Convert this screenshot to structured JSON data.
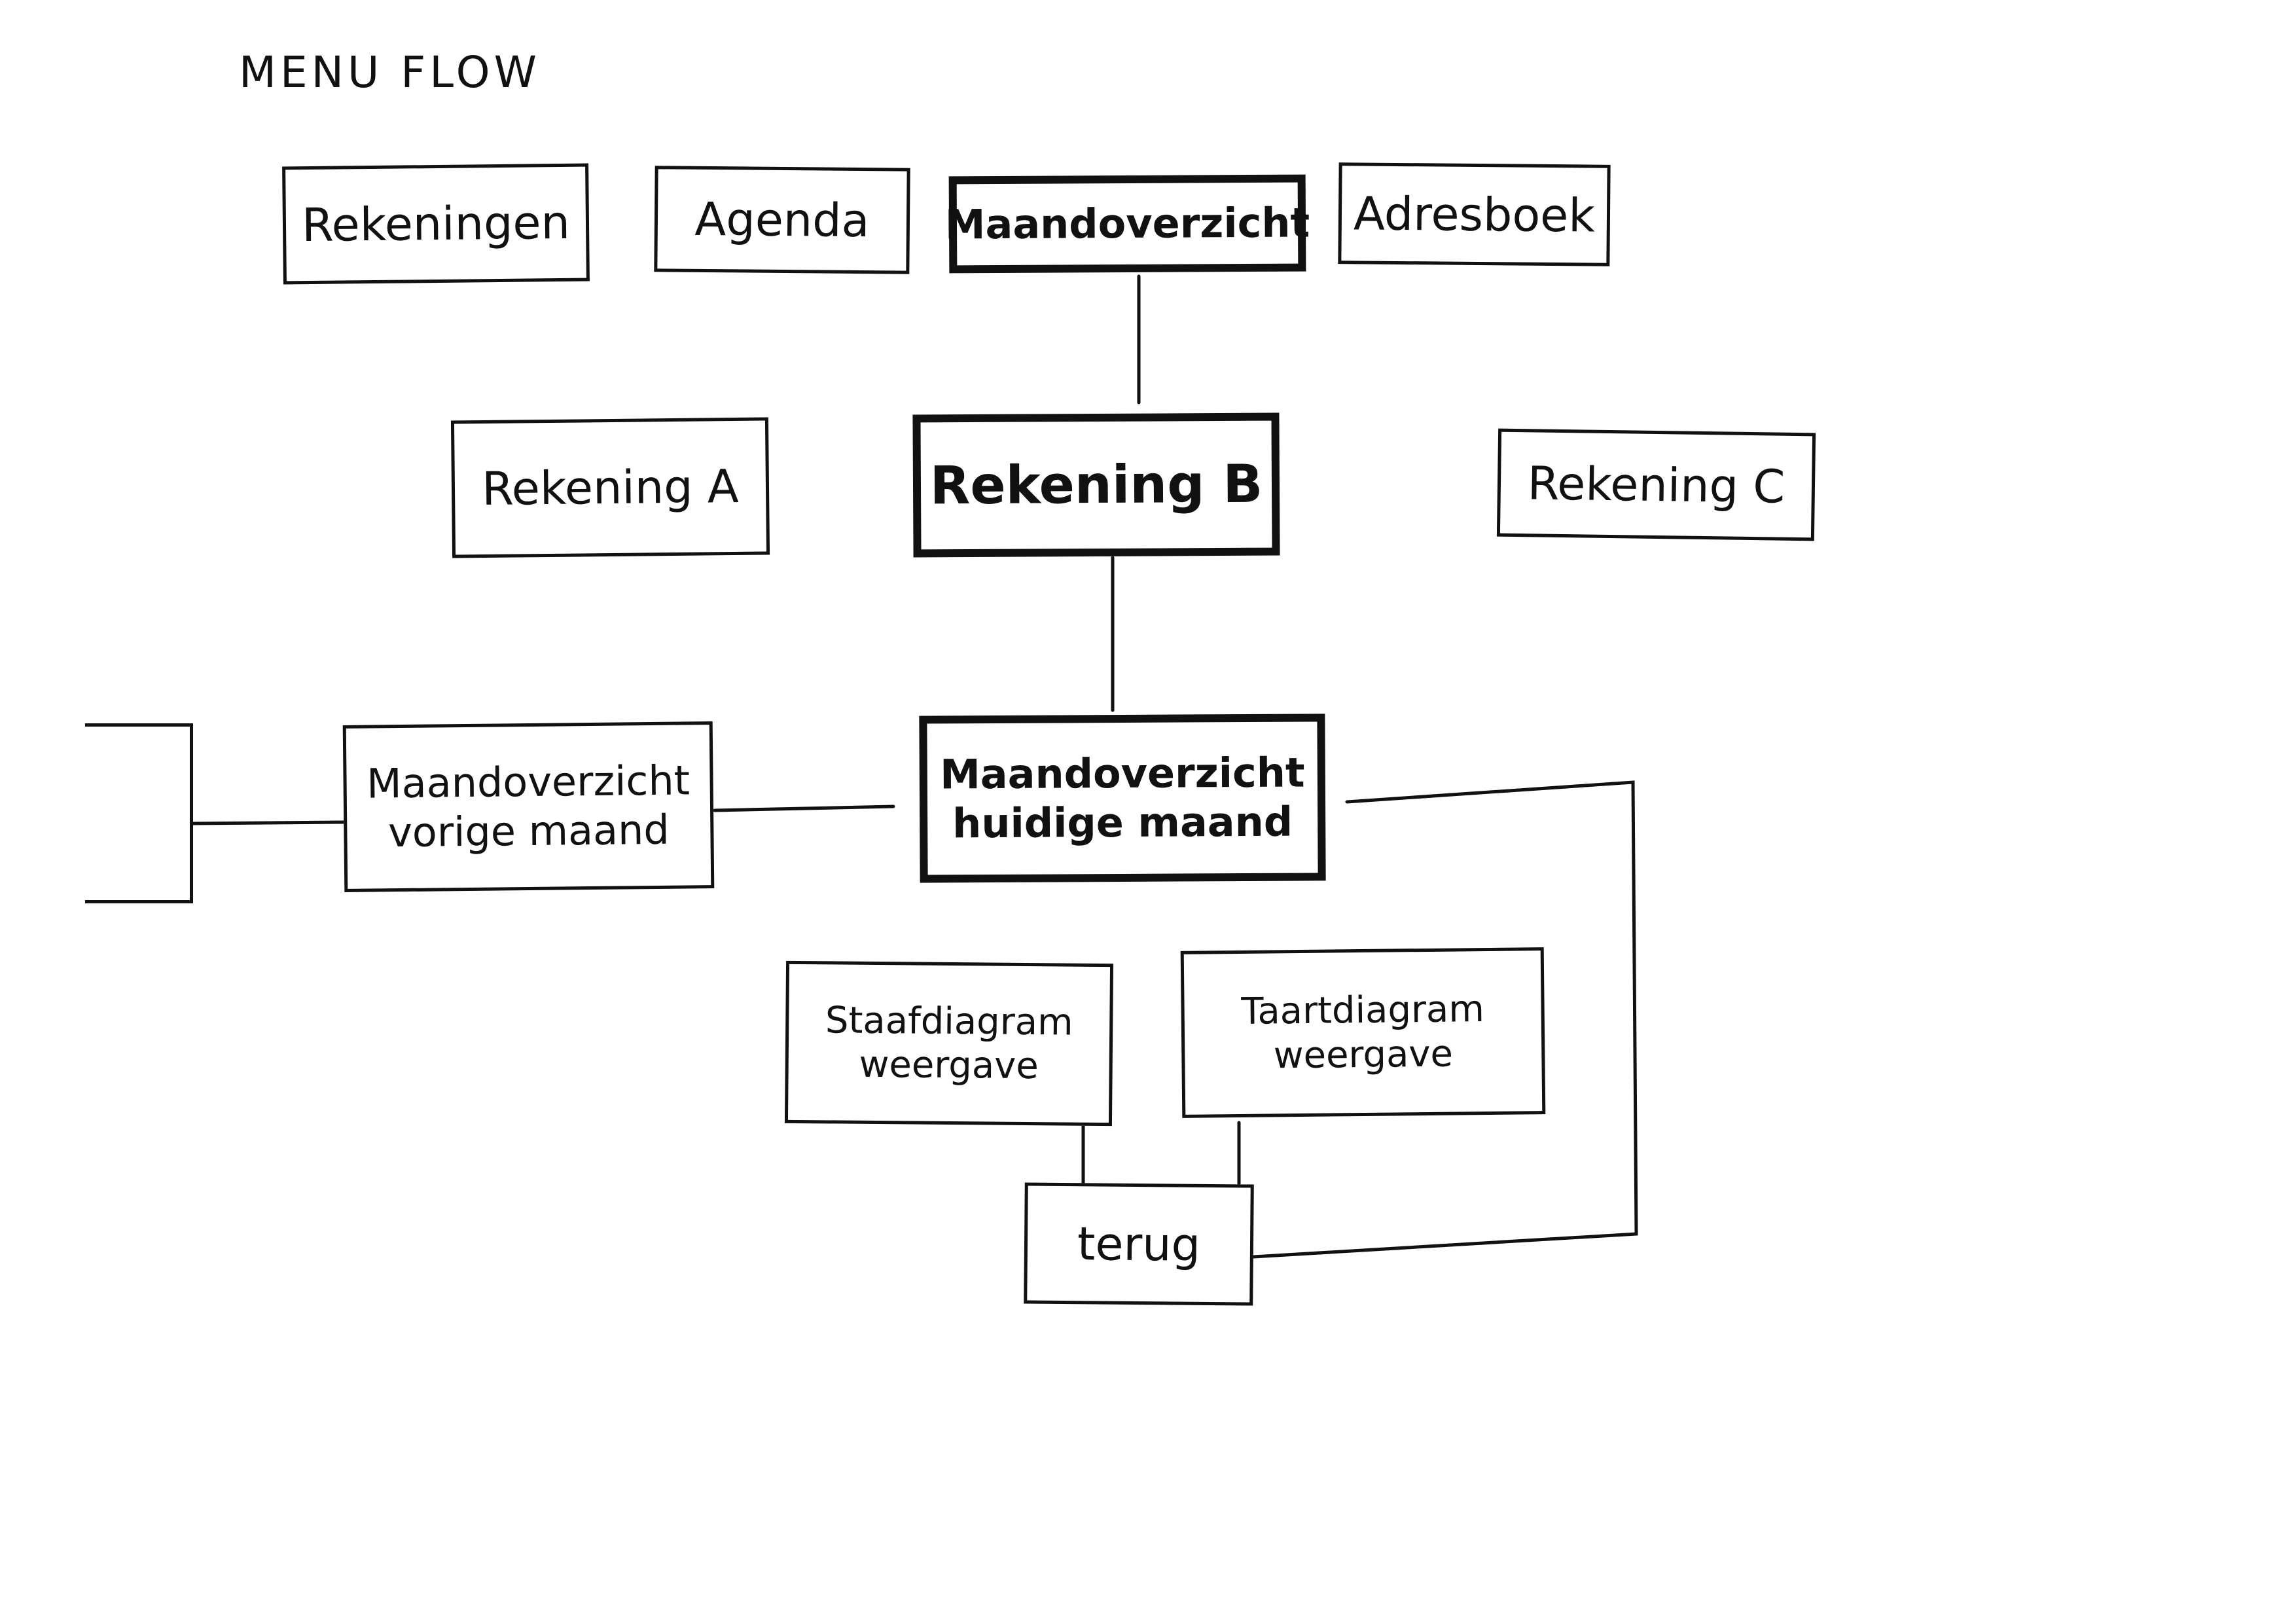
{
  "title": "MENU FLOW",
  "nodes": {
    "rekeningen": {
      "label": "Rekeningen"
    },
    "agenda": {
      "label": "Agenda"
    },
    "maandoverzicht_top": {
      "label": "Maandoverzicht"
    },
    "adresboek": {
      "label": "Adresboek"
    },
    "rekening_a": {
      "label": "Rekening A"
    },
    "rekening_b": {
      "label": "Rekening B"
    },
    "rekening_c": {
      "label": "Rekening C"
    },
    "vorige_maand": {
      "line1": "Maandoverzicht",
      "line2": "vorige maand"
    },
    "huidige_maand": {
      "line1": "Maandoverzicht",
      "line2": "huidige maand"
    },
    "staafdiagram": {
      "line1": "Staafdiagram",
      "line2": "weergave"
    },
    "taartdiagram": {
      "line1": "Taartdiagram",
      "line2": "weergave"
    },
    "terug": {
      "label": "terug"
    }
  }
}
